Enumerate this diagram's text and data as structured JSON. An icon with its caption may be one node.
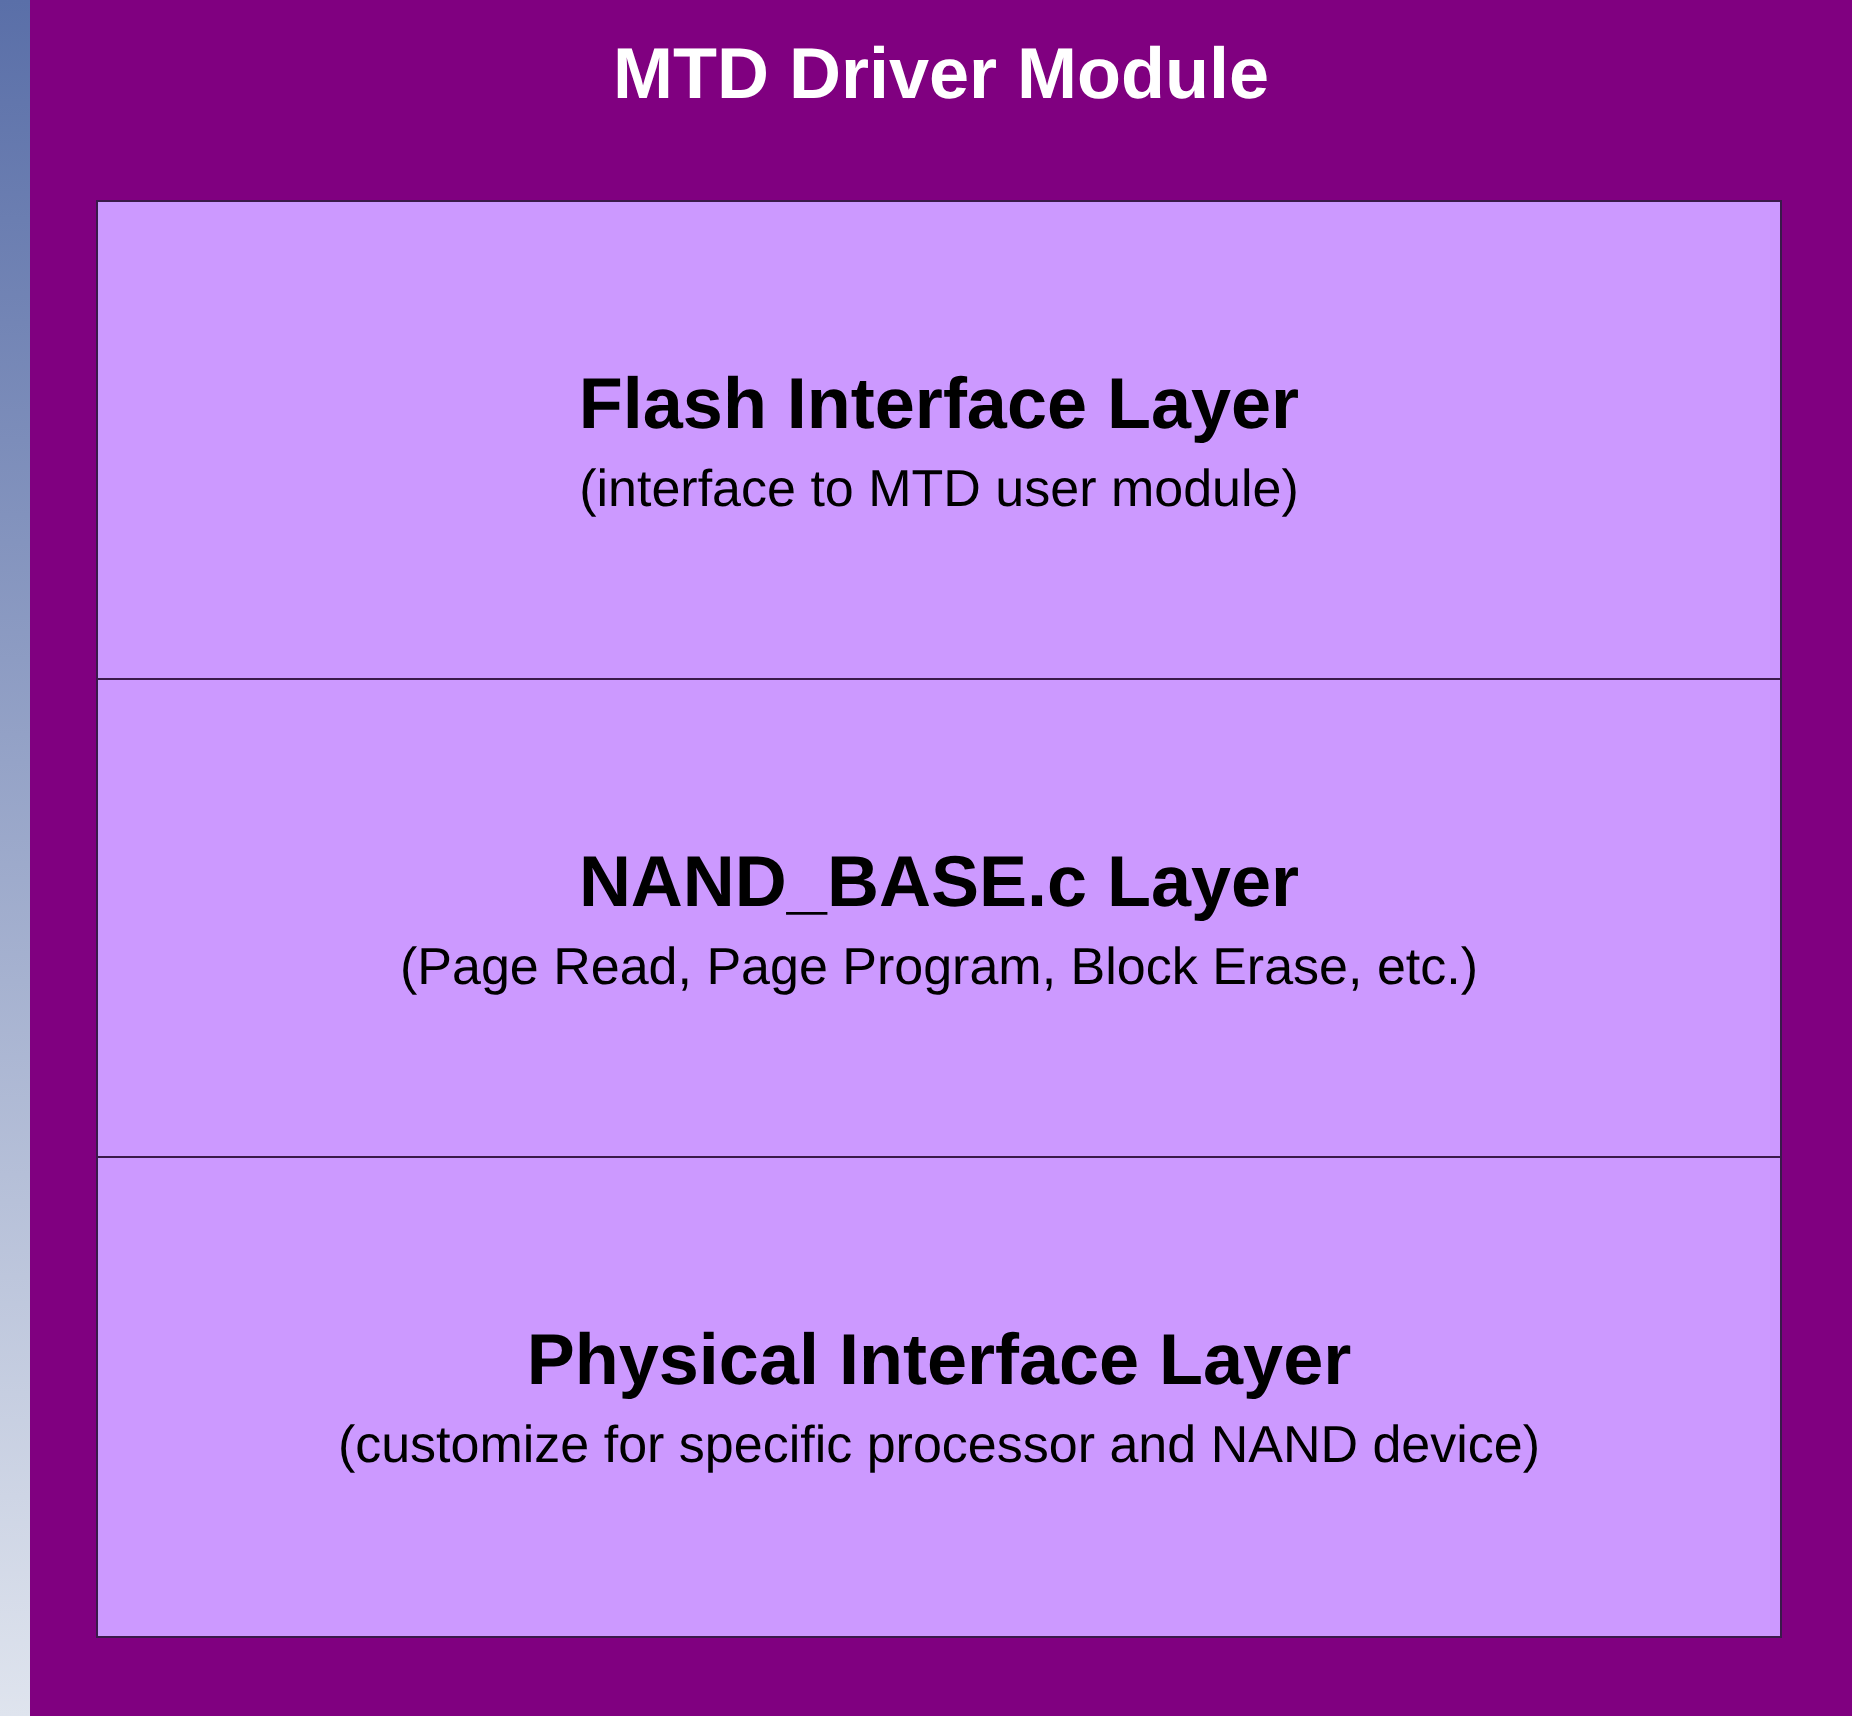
{
  "diagram": {
    "nodes": [
      {
        "text": [
          "MTD Driver Module"
        ]
      },
      {
        "text": [
          "Flash Interface Layer",
          "(interface to MTD user module)"
        ],
        "in": 0
      },
      {
        "text": [
          "NAND_BASE.c Layer",
          "(Page Read, Page Program, Block Erase, etc.)"
        ],
        "in": 0
      },
      {
        "text": [
          "Physical Interface Layer",
          "(customize for specific processor and NAND device)"
        ],
        "in": 0
      }
    ],
    "edges": []
  }
}
